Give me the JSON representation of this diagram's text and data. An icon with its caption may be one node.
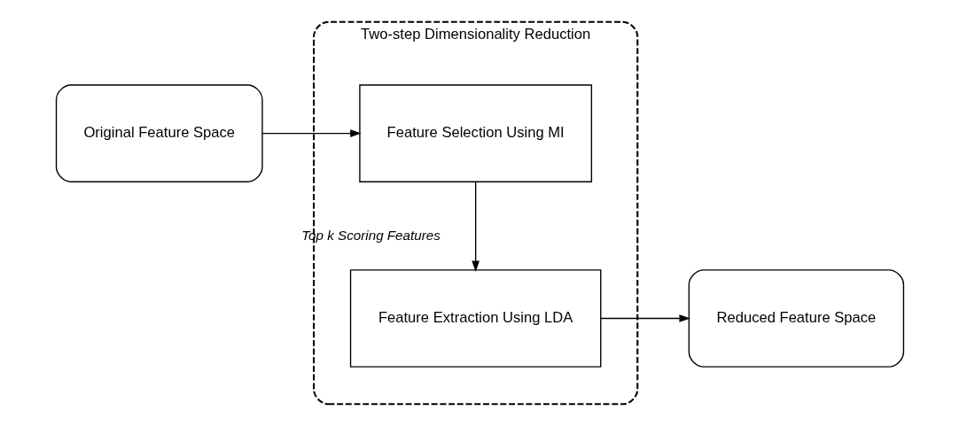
{
  "diagram": {
    "nodes": [
      {
        "text": [
          "Original Feature Space"
        ]
      },
      {
        "text": [
          "Two-step Dimensionality Reduction"
        ]
      },
      {
        "text": [
          "Feature Selection Using MI"
        ],
        "in": 1
      },
      {
        "text": [
          "Feature Extraction Using LDA"
        ],
        "in": 1
      },
      {
        "text": [
          "Reduced Feature Space"
        ]
      }
    ],
    "edges": [
      {
        "from": 0,
        "to": 2,
        "arrow": "to"
      },
      {
        "from": 2,
        "to": 3,
        "arrow": "to",
        "label": "Top k Scoring Features"
      },
      {
        "from": 3,
        "to": 4,
        "arrow": "to"
      }
    ]
  }
}
